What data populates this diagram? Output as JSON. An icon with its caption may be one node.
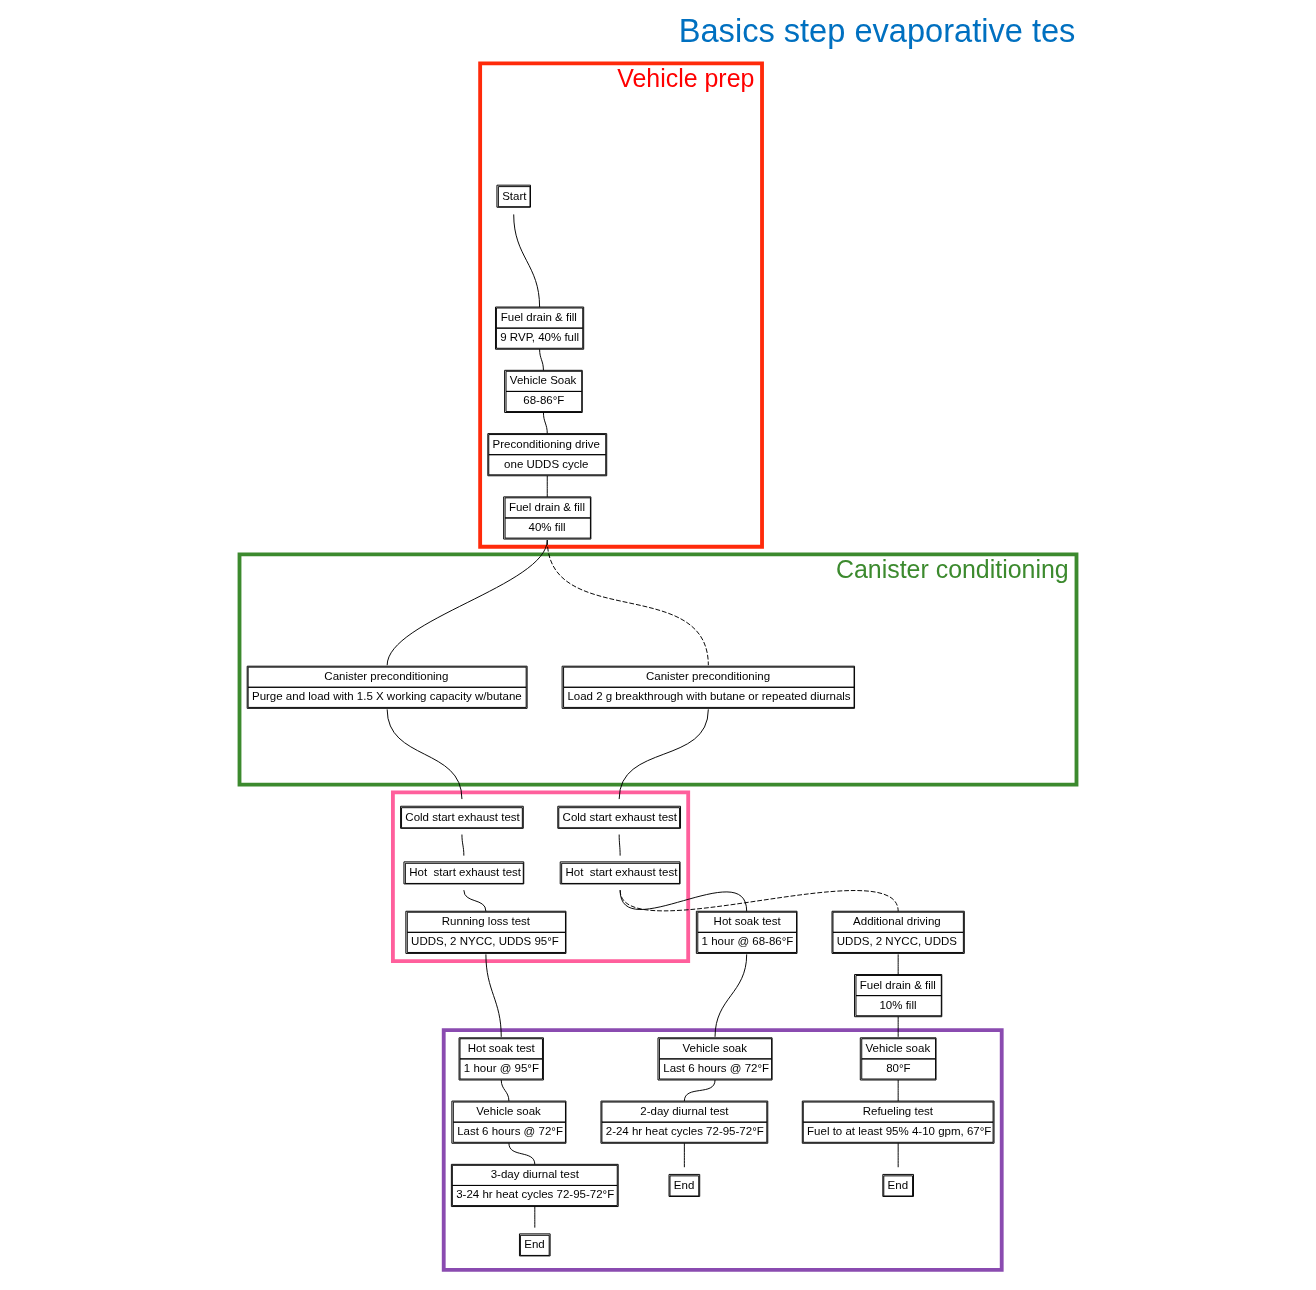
{
  "diagram": {
    "title": "Basics step evaporative tes",
    "nodes": [
      {
        "text": [
          "Vehicle prep"
        ]
      },
      {
        "text": [
          "Start"
        ],
        "in": 0
      },
      {
        "text": [
          "Fuel drain & fill",
          "9 RVP, 40% full"
        ],
        "in": 0
      },
      {
        "text": [
          "Vehicle Soak",
          "68-86°F"
        ],
        "in": 0
      },
      {
        "text": [
          "Preconditioning drive",
          "one UDDS cycle"
        ],
        "in": 0
      },
      {
        "text": [
          "Fuel drain & fill",
          "40% fill"
        ],
        "in": 0
      },
      {
        "text": [
          "Canister conditioning"
        ]
      },
      {
        "text": [
          "Canister preconditioning",
          "Purge and load with 1.5 X working capacity w/butane"
        ],
        "in": 6
      },
      {
        "text": [
          "Canister preconditioning",
          "Load 2 g breakthrough with butane or repeated diurnals"
        ],
        "in": 6
      },
      {
        "text": [],
        "shape": "box"
      },
      {
        "text": [
          "Cold start exhaust test"
        ],
        "in": 9
      },
      {
        "text": [
          "Hot  start exhaust test"
        ],
        "in": 9
      },
      {
        "text": [
          "Running loss test",
          "UDDS, 2 NYCC, UDDS 95°F"
        ],
        "in": 9
      },
      {
        "text": [
          "Cold start exhaust test"
        ],
        "in": 9
      },
      {
        "text": [
          "Hot  start exhaust test"
        ],
        "in": 9
      },
      {
        "text": [
          "Additional driving",
          "UDDS, 2 NYCC, UDDS"
        ]
      },
      {
        "text": [
          "Hot soak test",
          "1 hour @ 68-86°F"
        ]
      },
      {
        "text": [],
        "shape": "box"
      },
      {
        "text": [
          "Hot soak test",
          "1 hour @ 95°F"
        ],
        "in": 17
      },
      {
        "text": [
          "Vehicle soak",
          "Last 6 hours @ 72°F"
        ],
        "in": 17
      },
      {
        "text": [
          "3-day diurnal test",
          "3-24 hr heat cycles 72-95-72°F"
        ],
        "in": 17
      },
      {
        "text": [
          "End"
        ],
        "in": 17
      },
      {
        "text": [
          "Vehicle soak",
          "Last 6 hours @ 72°F"
        ],
        "in": 17
      },
      {
        "text": [
          "2-day diurnal test",
          "2-24 hr heat cycles 72-95-72°F"
        ],
        "in": 17
      },
      {
        "text": [
          "End"
        ],
        "in": 17
      },
      {
        "text": [
          "Fuel drain & fill",
          "10% fill"
        ]
      },
      {
        "text": [
          "Vehicle soak",
          "80°F"
        ],
        "in": 17
      },
      {
        "text": [
          "Refueling test",
          "Fuel to at least 95% 4-10 gpm, 67°F"
        ],
        "in": 17
      },
      {
        "text": [
          "End"
        ],
        "in": 17
      }
    ],
    "edges": [
      {
        "from": 1,
        "to": 2,
        "arrow": "none"
      },
      {
        "from": 2,
        "to": 3,
        "arrow": "none"
      },
      {
        "from": 3,
        "to": 4,
        "arrow": "none"
      },
      {
        "from": 4,
        "to": 5,
        "arrow": "none"
      },
      {
        "from": 5,
        "to": 7,
        "arrow": "none"
      },
      {
        "from": 5,
        "to": 8,
        "arrow": "none",
        "style": "dashed"
      },
      {
        "from": 7,
        "to": 10,
        "arrow": "none"
      },
      {
        "from": 10,
        "to": 11,
        "arrow": "none"
      },
      {
        "from": 11,
        "to": 12,
        "arrow": "none"
      },
      {
        "from": 12,
        "to": 18,
        "arrow": "none"
      },
      {
        "from": 18,
        "to": 19,
        "arrow": "none"
      },
      {
        "from": 19,
        "to": 20,
        "arrow": "none"
      },
      {
        "from": 20,
        "to": 21,
        "arrow": "none"
      },
      {
        "from": 8,
        "to": 13,
        "arrow": "none"
      },
      {
        "from": 13,
        "to": 14,
        "arrow": "none"
      },
      {
        "from": 14,
        "to": 16,
        "arrow": "none"
      },
      {
        "from": 16,
        "to": 22,
        "arrow": "none"
      },
      {
        "from": 22,
        "to": 23,
        "arrow": "none"
      },
      {
        "from": 23,
        "to": 24,
        "arrow": "none"
      },
      {
        "from": 14,
        "to": 15,
        "arrow": "none",
        "style": "dashed"
      },
      {
        "from": 15,
        "to": 25,
        "arrow": "none"
      },
      {
        "from": 25,
        "to": 26,
        "arrow": "none"
      },
      {
        "from": 26,
        "to": 27,
        "arrow": "none"
      },
      {
        "from": 27,
        "to": 28,
        "arrow": "none"
      }
    ]
  }
}
